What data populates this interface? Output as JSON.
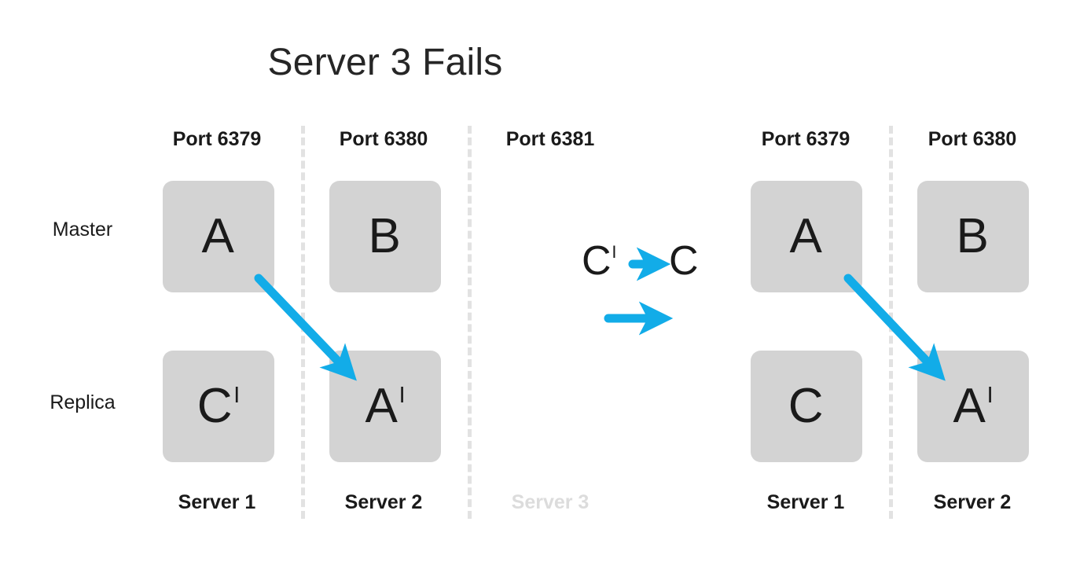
{
  "title": "Server 3 Fails",
  "row_labels": {
    "master": "Master",
    "replica": "Replica"
  },
  "colors": {
    "arrow_blue": "#12ACE8",
    "node_grey": "#d3d3d3",
    "divider_grey": "#e2e2e2",
    "text_dark": "#1a1a1a",
    "faded_grey": "#dcdcdc"
  },
  "left_cluster": {
    "columns": [
      {
        "port": "Port 6379",
        "server": "Server 1",
        "failed": false,
        "master": {
          "letter": "A",
          "prime": ""
        },
        "replica": {
          "letter": "C",
          "prime": "I"
        }
      },
      {
        "port": "Port 6380",
        "server": "Server 2",
        "failed": false,
        "master": {
          "letter": "B",
          "prime": ""
        },
        "replica": {
          "letter": "A",
          "prime": "I"
        }
      },
      {
        "port": "Port 6381",
        "server": "Server 3",
        "failed": true,
        "master": null,
        "replica": null
      }
    ]
  },
  "right_cluster": {
    "columns": [
      {
        "port": "Port 6379",
        "server": "Server 1",
        "failed": false,
        "master": {
          "letter": "A",
          "prime": ""
        },
        "replica": {
          "letter": "C",
          "prime": ""
        }
      },
      {
        "port": "Port 6380",
        "server": "Server 2",
        "failed": false,
        "master": {
          "letter": "B",
          "prime": ""
        },
        "replica": {
          "letter": "A",
          "prime": "I"
        }
      }
    ]
  },
  "transition": {
    "from_letter": "C",
    "from_prime": "I",
    "to_letter": "C",
    "to_prime": ""
  }
}
